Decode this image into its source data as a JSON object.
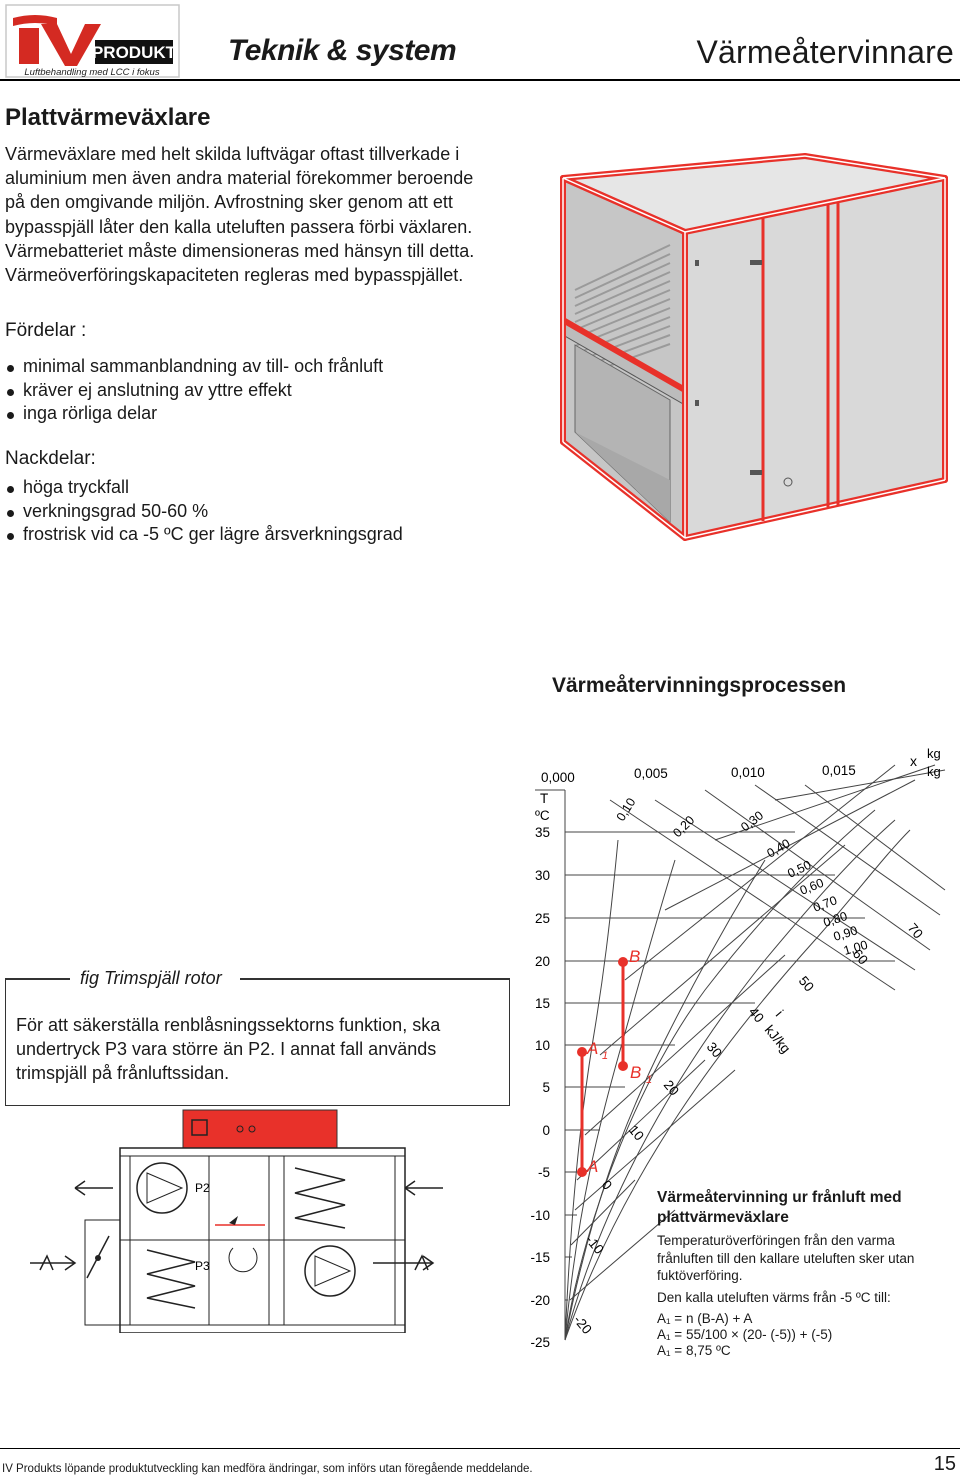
{
  "header": {
    "logo_text": "PRODUKT",
    "logo_tagline": "Luftbehandling med LCC i fokus",
    "brand": "Teknik & system",
    "section": "Värmeåtervinnare"
  },
  "article": {
    "title": "Plattvärmeväxlare",
    "intro": "Värmeväxlare med helt skilda luftvägar oftast tillverkade i aluminium men även andra material förekommer beroende på den omgivande miljön. Avfrostning sker genom att ett bypasspjäll låter den kalla uteluften passera förbi växlaren. Värmebatteriet måste dimensioneras med hänsyn till detta. Värmeöverföringskapaciteten regleras med bypasspjället.",
    "fordelar_heading": "Fördelar :",
    "fordelar": [
      "minimal sammanblandning av till- och frånluft",
      "kräver ej anslutning av yttre effekt",
      "inga rörliga delar"
    ],
    "nackdelar_heading": "Nackdelar:",
    "nackdelar": [
      "höga tryckfall",
      "verkningsgrad 50-60 %",
      "frostrisk vid ca -5 ºC ger lägre årsverkningsgrad"
    ]
  },
  "process_title": "Värmeåtervinningsprocessen",
  "figure": {
    "caption": "fig Trimspjäll rotor",
    "text": "För att säkerställa renblåsningssektorns funktion, ska undertryck P3 vara större än P2. I annat fall används trimspjäll på frånluftssidan.",
    "p2": "P2",
    "p3": "P3"
  },
  "mollier": {
    "x_ticks": [
      "0,000",
      "0,005",
      "0,010",
      "0,015"
    ],
    "x_unit_prefix": "x",
    "x_unit_num": "kg",
    "x_unit_den": "kg",
    "t_label": "T",
    "t_unit": "ºC",
    "t_ticks": [
      "35",
      "30",
      "25",
      "20",
      "15",
      "10",
      "5",
      "0",
      "-5",
      "-10",
      "-15",
      "-20",
      "-25"
    ],
    "rh_labels": [
      "0,10",
      "0,20",
      "0,30",
      "0,40",
      "0,50",
      "0,60",
      "0,70",
      "0,80",
      "0,90",
      "1,00"
    ],
    "enthalpy_labels": [
      "-20",
      "-10",
      "0",
      "10",
      "20",
      "30",
      "40",
      "50",
      "60",
      "70"
    ],
    "enthalpy_unit_i": "i",
    "enthalpy_unit": "kJ/kg",
    "points": {
      "A": "A",
      "A1": "A",
      "A1_sub": "1",
      "B": "B",
      "B1": "B",
      "B1_sub": "1"
    },
    "accent_color": "#e8312a"
  },
  "side": {
    "title": "Värmeåtervinning ur frånluft med plattvärmeväxlare",
    "desc": "Temperaturöverföringen från den varma frånluften till den kallare uteluften sker utan fuktöverföring.",
    "eq0": "Den kalla uteluften värms från -5 ºC till:",
    "eq1": "A₁ = n (B-A) + A",
    "eq2": "A₁ = 55/100 × (20- (-5)) + (-5)",
    "eq3": "A₁ = 8,75 ºC"
  },
  "footer": {
    "text": "IV Produkts löpande produktutveckling kan medföra ändringar, som införs utan föregående meddelande.",
    "page": "15"
  }
}
